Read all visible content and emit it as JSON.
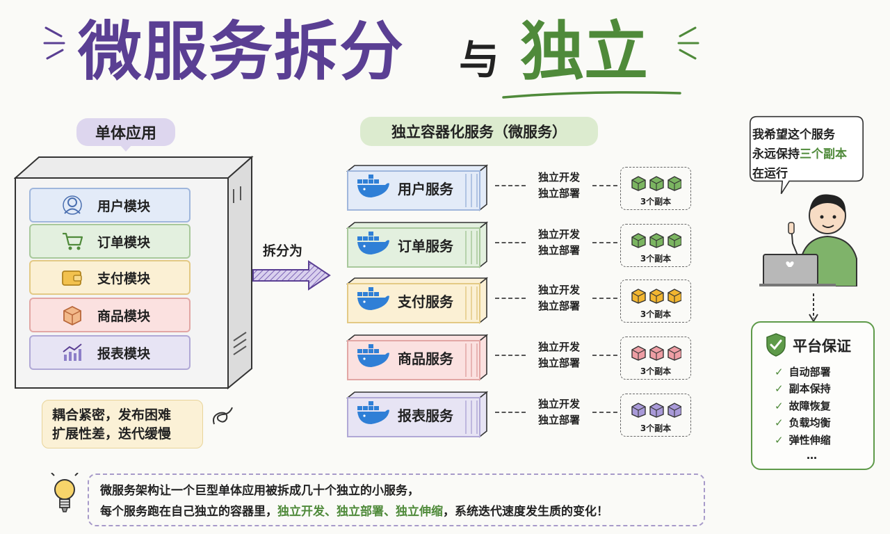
{
  "title": {
    "main": "微服务拆分",
    "connector": "与",
    "accent": "独立"
  },
  "monolith": {
    "label": "单体应用",
    "modules": [
      {
        "label": "用户模块",
        "icon": "user-icon",
        "bg": "#e3ebf8",
        "border": "#9fb6dc"
      },
      {
        "label": "订单模块",
        "icon": "cart-icon",
        "bg": "#e3f0df",
        "border": "#a8c89b"
      },
      {
        "label": "支付模块",
        "icon": "wallet-icon",
        "bg": "#fbf0d4",
        "border": "#e3c984"
      },
      {
        "label": "商品模块",
        "icon": "box-icon",
        "bg": "#fbe1e0",
        "border": "#e2a6a4"
      },
      {
        "label": "报表模块",
        "icon": "chart-icon",
        "bg": "#e7e4f4",
        "border": "#b0a8d6"
      }
    ]
  },
  "problems": {
    "line1": "耦合紧密，发布困难",
    "line2": "扩展性差，迭代缓慢"
  },
  "split_label": "拆分为",
  "micro": {
    "label": "独立容器化服务（微服务）",
    "services": [
      {
        "label": "用户服务",
        "bg": "#e3ebf8",
        "border": "#9fb6dc",
        "cube": "#7bb561"
      },
      {
        "label": "订单服务",
        "bg": "#e3f0df",
        "border": "#a8c89b",
        "cube": "#7bb561"
      },
      {
        "label": "支付服务",
        "bg": "#fbf0d4",
        "border": "#e3c984",
        "cube": "#f2b630"
      },
      {
        "label": "商品服务",
        "bg": "#fbe1e0",
        "border": "#e2a6a4",
        "cube": "#ee9ea4"
      },
      {
        "label": "报表服务",
        "bg": "#e7e4f4",
        "border": "#b0a8d6",
        "cube": "#a99ad8"
      }
    ],
    "indep_line1": "独立开发",
    "indep_line2": "独立部署",
    "replica_label": "3个副本"
  },
  "bubble": {
    "line1": "我希望这个服务",
    "line2_prefix": "永远保持",
    "line2_highlight": "三个副本",
    "line3": "在运行"
  },
  "platform": {
    "title": "平台保证",
    "features": [
      "自动部署",
      "副本保持",
      "故障恢复",
      "负载均衡",
      "弹性伸缩"
    ],
    "more": "…"
  },
  "summary": {
    "line1": "微服务架构让一个巨型单体应用被拆成几十个独立的小服务，",
    "line2_prefix": "每个服务跑在自己独立的容器里，",
    "line2_highlight": "独立开发、独立部署、独立伸缩",
    "line2_suffix": "，系统迭代速度发生质的变化！"
  },
  "colors": {
    "purple": "#5a3f93",
    "green": "#4f8a3a"
  }
}
